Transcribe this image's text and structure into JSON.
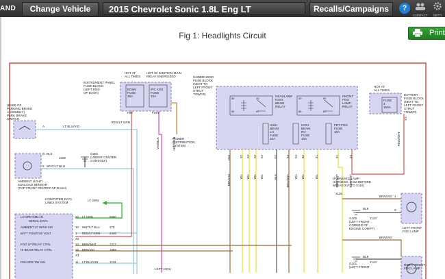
{
  "header": {
    "brand_fragment": "AND",
    "change_vehicle_label": "Change Vehicle",
    "vehicle_title": "2015 Chevrolet Sonic 1.8L Eng LT",
    "recalls_label": "Recalls/Campaigns",
    "help_glyph": "?",
    "contact_label": "CONTACT",
    "settings_label": "SETTI"
  },
  "figure": {
    "title": "Fig 1: Headlights Circuit",
    "print_label": "Print"
  },
  "diagram": {
    "park_brake_switch": [
      "(BASE OF",
      "PARKING BRAKE",
      "ASSEMBLY)",
      "PARK BRAKE",
      "SWITCH"
    ],
    "pin_a": "A",
    "lt_blu_vio_1": "LT BLU/VIO",
    "ambient_sensor": [
      "AMBIENT LIGHT/",
      "SUNLOAD SENSOR",
      "(TOP FRONT CENTER OF DASH)"
    ],
    "pin_b": "B",
    "pin_5": "5",
    "blk_1": "BLK",
    "wht_lt_blu": "WHT/LT BLU",
    "j222": "J222",
    "g301": [
      "G301",
      "(UNDER CENTER",
      "CONSOLE)"
    ],
    "comp_data_lines": [
      "COMPUTER DATA",
      "LINES SYSTEM"
    ],
    "lt_grn": "LT GRN",
    "red_lt_grn": "RED/LT GRN",
    "vio_blk": "VIO/BLK",
    "yel_grn": "YEL/GRN",
    "hot_run_start": [
      "HOT AT",
      "ALL TIMES"
    ],
    "hot_in_ign": [
      "HOT W/ IGNITION MAIN",
      "RELAY ENERGIZED"
    ],
    "ip_fuse_block": [
      "INSTRUMENT PANEL",
      "FUSE BLOCK",
      "(LEFT END",
      "OF DASH)"
    ],
    "bcm5_fuse": [
      "BCM5",
      "FUSE",
      "25A"
    ],
    "ipc_fuse": [
      "IPC AOS",
      "FUSE",
      "10A"
    ],
    "f9y": "F9Y",
    "f29y": "F29Y",
    "power_distribution": [
      "POWER",
      "DISTRIBUTION",
      "SYSTEM"
    ],
    "underhood_block": [
      "UNDERHOOD",
      "FUSE BLOCK",
      "(NEXT TO",
      "LEFT FRONT",
      "STRUT",
      "TOWER)"
    ],
    "headlamp_relay": [
      "HEADLAMP",
      "HIGH",
      "BEAM",
      "RELAY"
    ],
    "front_fog_relay": [
      "FRONT",
      "FOG",
      "LAMP",
      "RELAY"
    ],
    "high_beam_lh": [
      "HIGH",
      "BEAM",
      "LH",
      "FUSE",
      "10A"
    ],
    "high_beam_rh": [
      "HIGH",
      "BEAM",
      "RH",
      "FUSE",
      "10A"
    ],
    "frt_fog_fuse": [
      "FRT FOG",
      "FUSE",
      "10A"
    ],
    "relay_pins": [
      "85",
      "30",
      "86",
      "87",
      "30",
      "85",
      "86",
      "87"
    ],
    "battery_block": [
      "BATTERY",
      "FUSE BLOCK",
      "(NEXT TO",
      "LEFT FRONT",
      "STRUT",
      "TOWER)"
    ],
    "hot_all_times_2": [
      "HOT AT",
      "ALL TIMES"
    ],
    "fuse4": [
      "FUSE",
      "4",
      "150A"
    ],
    "x1": "X1",
    "red_wht": "RED/WHT",
    "bottom_wire_codes": [
      "G10",
      "X2",
      "X2",
      "X2",
      "X2",
      "G2",
      "X3",
      "X4",
      "B2",
      "X1",
      "X1",
      "X3"
    ],
    "bottom_wire_colors": [
      "BRN/VIO",
      "YEL",
      "YEL",
      "YEL",
      "YEL",
      "BLK",
      "BRN/WHT",
      "YEL",
      "YEL",
      "YEL",
      "RED/WHT",
      "RED/WHT"
    ],
    "fwd_lamp_harness": [
      "(FORWARD LAMP",
      "HARNESS, 2 CM BEFORE",
      "BREAKOUT TO X110)"
    ],
    "j125": "J125",
    "brn_vio_r": "BRN/VIO",
    "blk_r": "BLK",
    "pin_1": "1",
    "pin_2": "2",
    "g100": [
      "G100",
      "(LEFT FRONT",
      "CORNER OF",
      "ENGINE COMPT)"
    ],
    "j123": "J123",
    "left_front_fog": [
      "LEFT FRONT",
      "FOG LAMP"
    ],
    "j124": "J124",
    "g101": [
      "G101",
      "(LEFT FRONT"
    ],
    "right_front_fog": [
      "RIGHT FRONT",
      "FOG LAMP"
    ],
    "left_high": [
      "LEFT HIGH"
    ],
    "bcm_pins": [
      {
        "name": "LO SPD GMLAN",
        "name2": "SERIAL DATA",
        "pin": "22",
        "color": "LT GRN",
        "circuit": "5060"
      },
      {
        "name": "AMBIENT LT SENS SIG",
        "pin": "10",
        "color": "WHT/LT BLU",
        "circuit": "275"
      },
      {
        "name": "BATT POSITIVE VOLT",
        "pin": "1",
        "color": "RED/LT GRN",
        "circuit": "2440"
      },
      {
        "name": "",
        "pin": "X2",
        "color": "",
        "circuit": ""
      },
      {
        "name": "FOG LP RELAY CTRL",
        "pin": "13",
        "color": "BRN/WHT",
        "circuit": "1317"
      },
      {
        "name": "HI BEAM RELAY CTRL",
        "pin": "16",
        "color": "BRN/VIO",
        "circuit": "1989"
      },
      {
        "name": "",
        "pin": "X3",
        "color": "",
        "circuit": ""
      },
      {
        "name": "PRK BRK SW SIG",
        "pin": "11",
        "color": "LT BLU/VIO",
        "circuit": "1134"
      }
    ]
  },
  "colors": {
    "module_fill": "#d7d6f2",
    "lt_blu": "#8ec9e3",
    "red": "#e05050",
    "green": "#1fba1f",
    "magenta": "#e040c8",
    "orange": "#d98030",
    "yellow": "#e8e030",
    "brown": "#a06a3c"
  }
}
